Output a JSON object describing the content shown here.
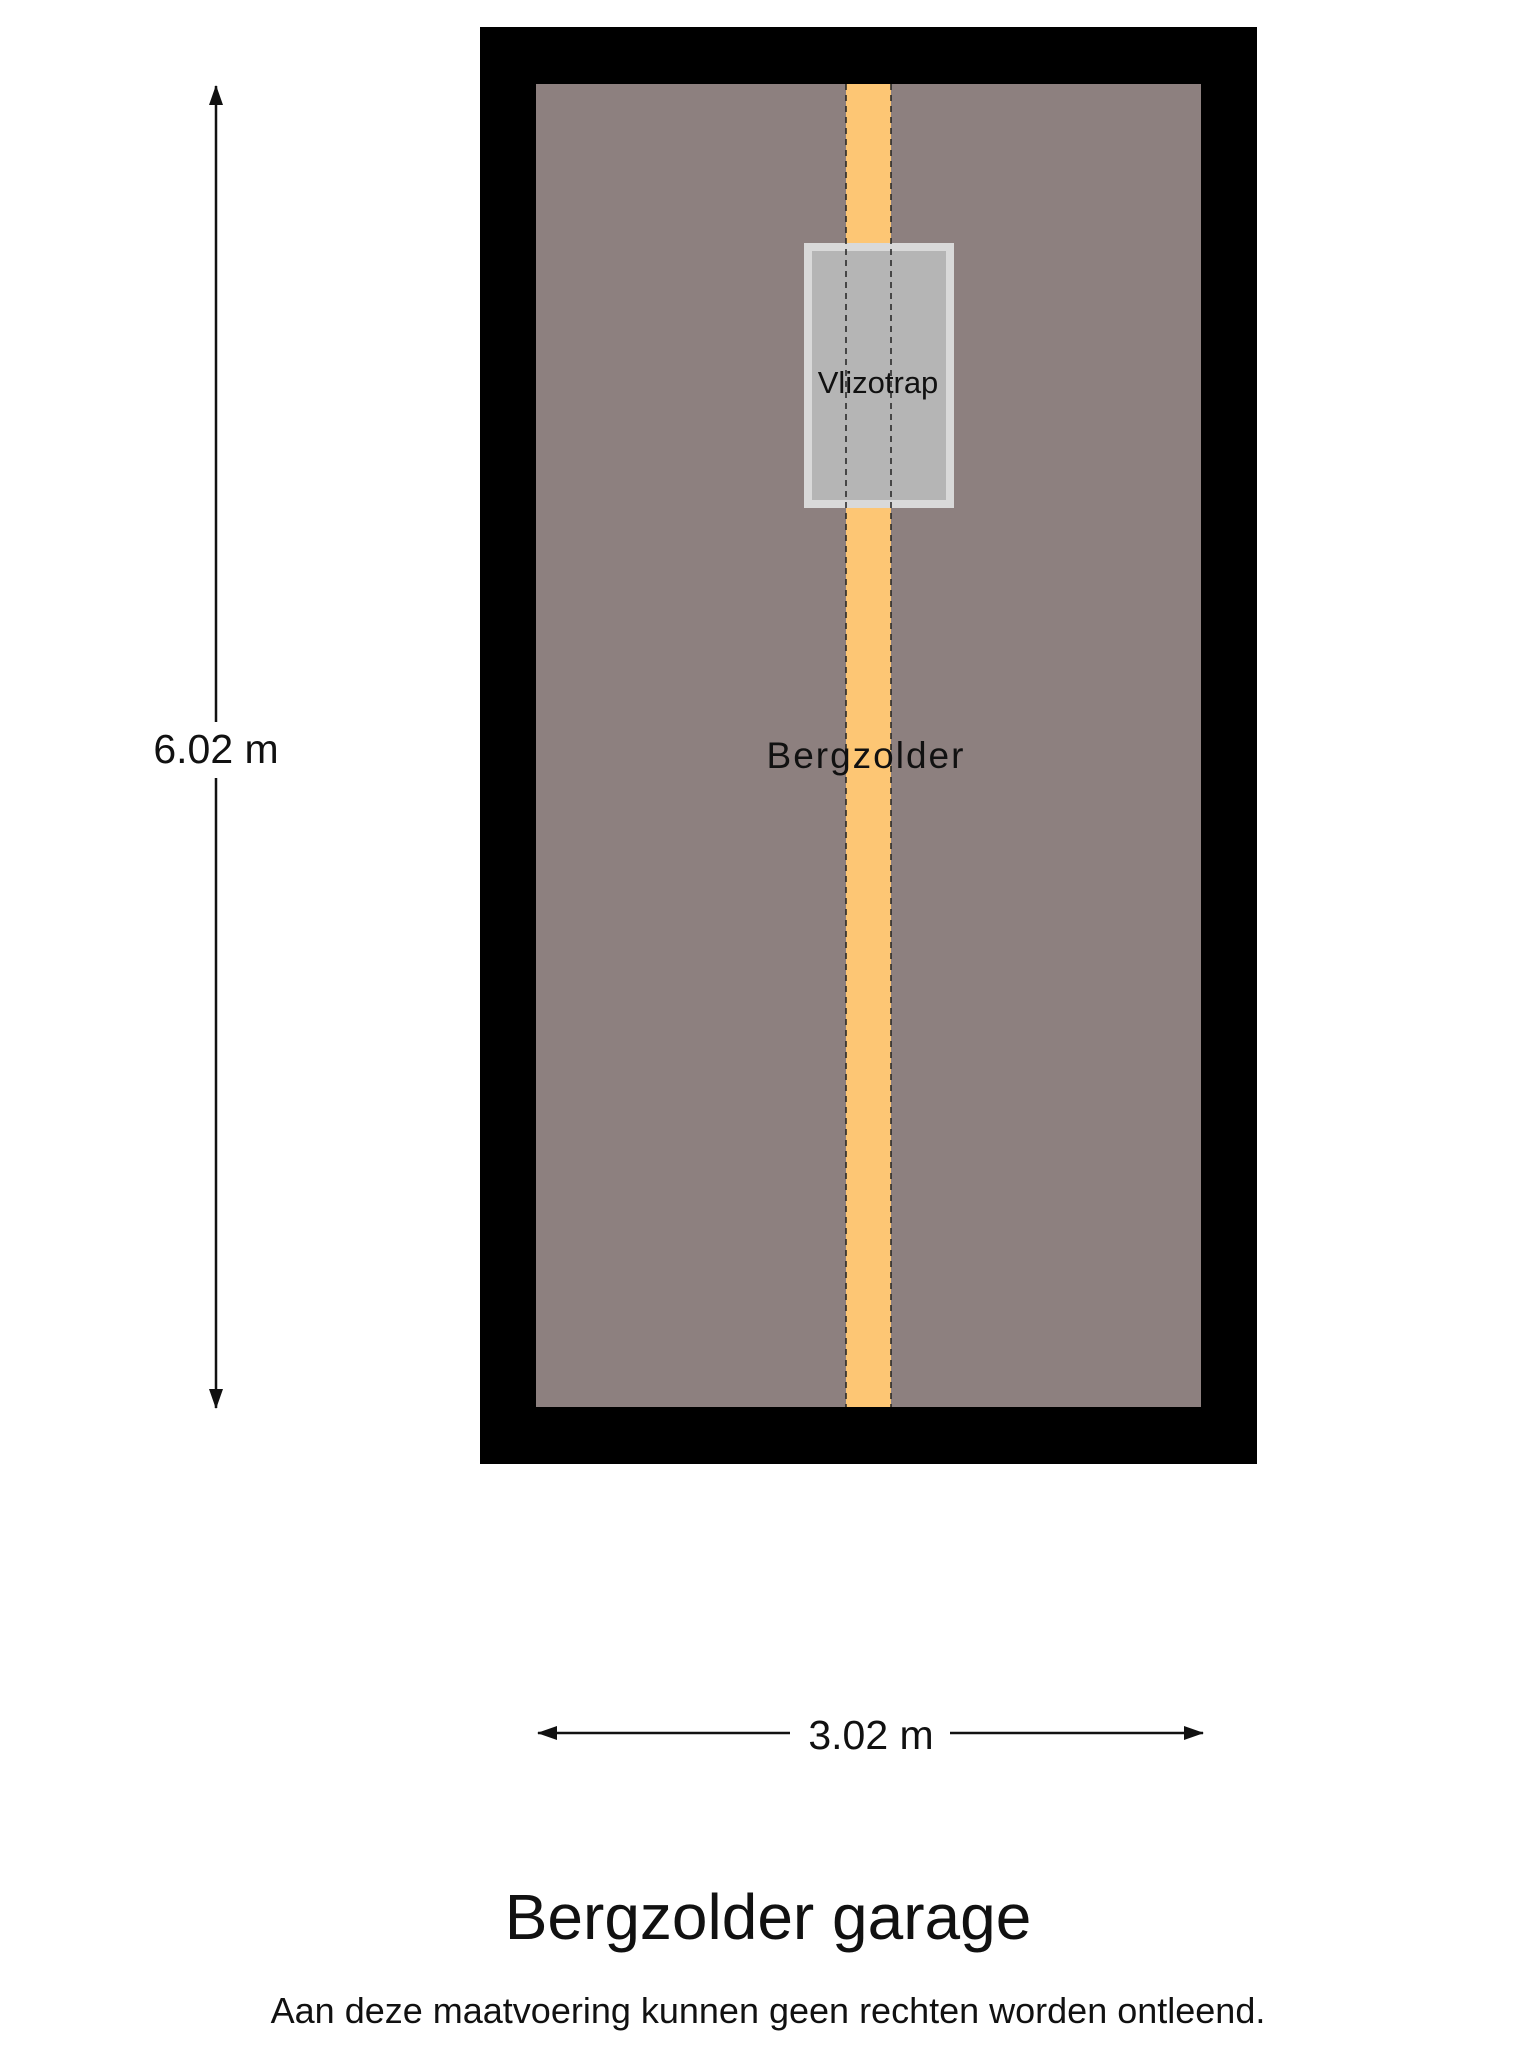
{
  "plan": {
    "title": "Bergzolder garage",
    "disclaimer": "Aan deze maatvoering kunnen geen rechten worden ontleend."
  },
  "rooms": {
    "main": {
      "label": "Bergzolder"
    },
    "stair": {
      "label": "Vlizotrap"
    }
  },
  "dimensions": {
    "height": "6.02 m",
    "width": "3.02 m"
  },
  "colors": {
    "wall": "#000000",
    "floor": "#8d807f",
    "beam": "#fdc674",
    "stair_fill": "#b5b5b5",
    "stair_border": "#d9d9d9"
  }
}
